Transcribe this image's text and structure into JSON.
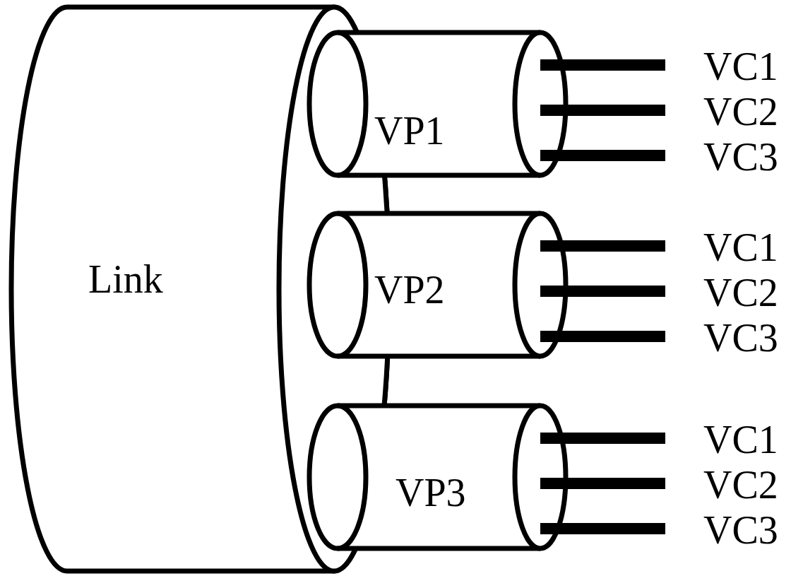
{
  "diagram": {
    "nodes": [
      {
        "text": [
          "Link"
        ]
      },
      {
        "text": [
          "VP1"
        ],
        "in": 0
      },
      {
        "text": [
          "VP2"
        ],
        "in": 0
      },
      {
        "text": [
          "VP3"
        ],
        "in": 0
      }
    ],
    "labels": [
      "VC1",
      "VC2",
      "VC3",
      "VC1",
      "VC2",
      "VC3",
      "VC1",
      "VC2",
      "VC3"
    ]
  }
}
